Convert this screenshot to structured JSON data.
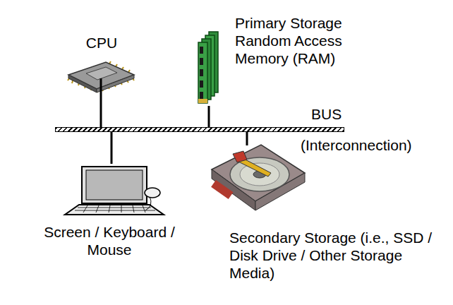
{
  "diagram": {
    "nodes": [
      {
        "text": [
          "CPU"
        ]
      },
      {
        "text": [
          "Primary Storage Random Access Memory (RAM)"
        ]
      },
      {
        "text": [
          "BUS",
          "(Interconnection)"
        ]
      },
      {
        "text": [
          "Screen / Keyboard / Mouse"
        ]
      },
      {
        "text": [
          "Secondary Storage (i.e., SSD / Disk Drive / Other Storage Media)"
        ]
      }
    ],
    "edges": [
      {
        "from": 0,
        "to": 2,
        "arrow": "none"
      },
      {
        "from": 1,
        "to": 2,
        "arrow": "none"
      },
      {
        "from": 2,
        "to": 3,
        "arrow": "none"
      },
      {
        "from": 2,
        "to": 4,
        "arrow": "none"
      }
    ]
  }
}
